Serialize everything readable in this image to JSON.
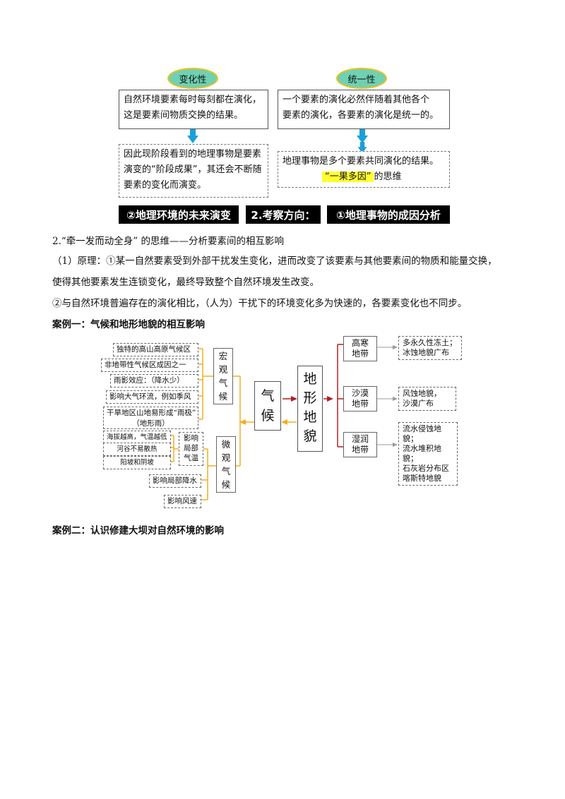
{
  "top_diagram": {
    "left": {
      "oval_label": "变化性",
      "box1": [
        "自然环境要素每时每刻都在演化，",
        "这是要素间物质交换的结果。"
      ],
      "box2": [
        "因此现阶段看到的地理事物是要素",
        "演变的“阶段成果”，其还会不断随",
        "要素的变化而演变。"
      ]
    },
    "right": {
      "oval_label": "统一性",
      "box1": [
        "一个要素的演化必然伴随着其他各个",
        "要素的演化，各要素的演化是统一的。"
      ],
      "box2_line1": "地理事物是多个要素共同演化的结果。",
      "box2_highlight": "“一果多因”",
      "box2_suffix": "的思维"
    },
    "bars": {
      "left": "②地理环境的未来演变",
      "middle": "2.考察方向：",
      "right": "①地理事物的成因分析"
    }
  },
  "section2": {
    "heading": "2.“牵一发而动全身” 的思维——分析要素间的相互影响",
    "p1_line1": "（1）原理：①某一自然要素受到外部干扰发生变化，进而改变了该要素与其他要素间的物质和能量交换，",
    "p1_line2": "使得其他要素发生连锁变化，最终导致整个自然环境发生改变。",
    "p2": "②与自然环境普遍存在的演化相比，（人为）干扰下的环境变化多为快速的，各要素变化也不同步。"
  },
  "case1": {
    "title": "案例一：气候和地形地貌的相互影响",
    "macro_items": [
      "独特的高山高原气候区",
      "非地带性气候区成因之一",
      "雨影效应：（降水少）",
      "影响大气环流，例如季风",
      "干旱地区山地易形成“雨极”",
      "（地形雨）"
    ],
    "macro_label": [
      "宏",
      "观",
      "气",
      "候"
    ],
    "micro_small": [
      "海拔越高，气温越低",
      "河谷不易散热",
      "阳坡和阴坡"
    ],
    "micro_temp_label": [
      "影响",
      "局部",
      "气温"
    ],
    "micro_items": [
      "影响局部降水",
      "影响风速"
    ],
    "micro_label": [
      "微",
      "观",
      "气",
      "候"
    ],
    "climate": [
      "气",
      "候"
    ],
    "landform": [
      "地",
      "形",
      "地",
      "貌"
    ],
    "zones": [
      {
        "name": [
          "高寒",
          "地带"
        ],
        "desc": [
          "多永久性冻土；",
          "冰蚀地貌广布"
        ]
      },
      {
        "name": [
          "沙漠",
          "地带"
        ],
        "desc": [
          "风蚀地貌，",
          "沙漠广布"
        ]
      },
      {
        "name": [
          "湿润",
          "地带"
        ],
        "desc": [
          "流水侵蚀地貌；",
          "流水堆积地貌；",
          "石灰岩分布区",
          "喀斯特地貌"
        ]
      }
    ],
    "colors": {
      "orange": "#f0b020",
      "red": "#b02020",
      "arrow_blue": "#1aa0d8",
      "oval_fill": "#6fd1b2"
    }
  },
  "case2": {
    "title": "案例二：认识修建大坝对自然环境的影响"
  }
}
